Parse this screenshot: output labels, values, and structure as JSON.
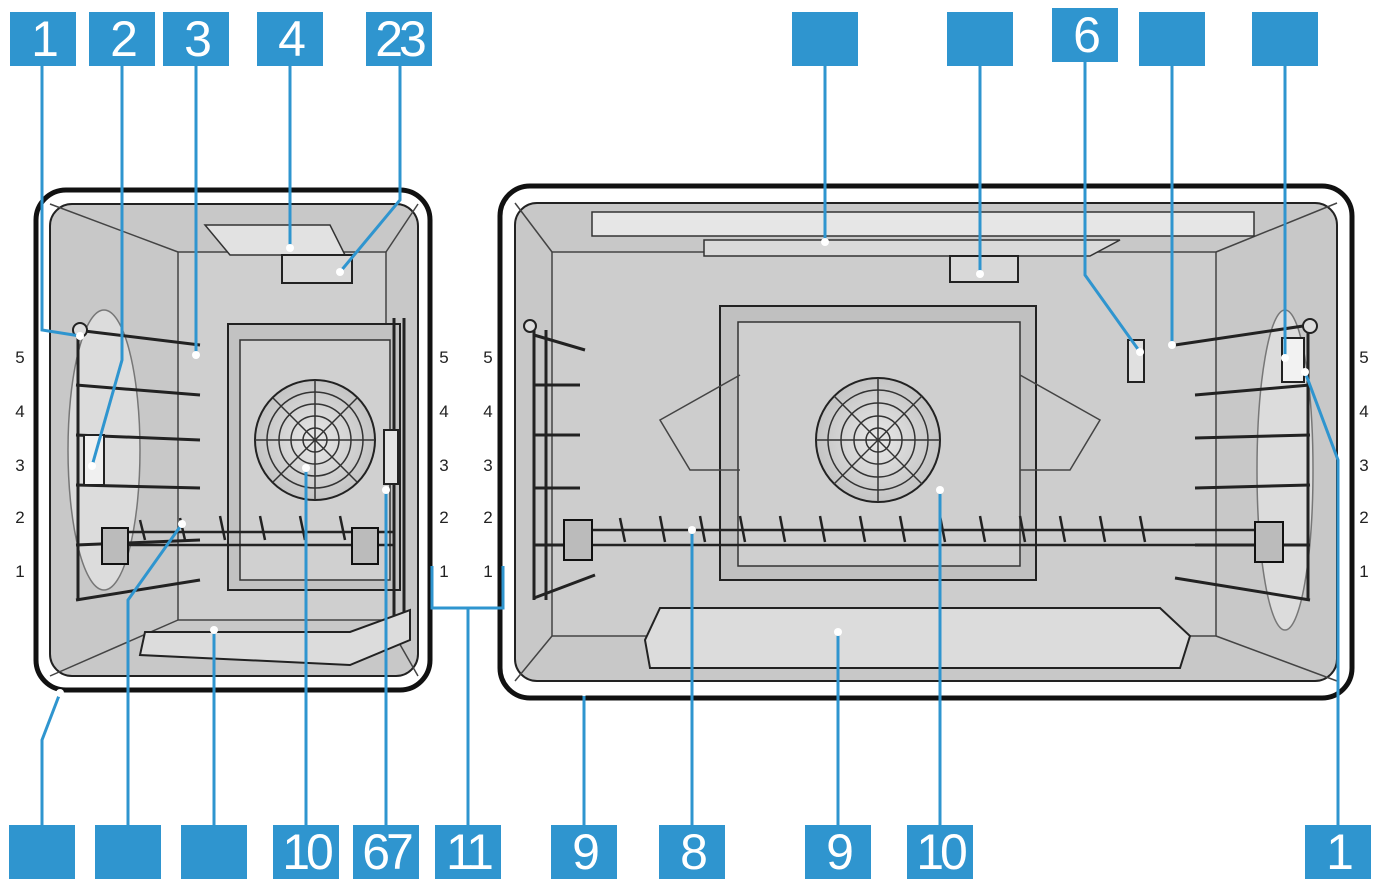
{
  "colors": {
    "callout_bg": "#2f95cf",
    "callout_text": "#ffffff",
    "cavity": "#c9c9c9",
    "frame": "#1a1a1a",
    "line": "#2f95cf"
  },
  "callouts": {
    "top": [
      {
        "id": "t1",
        "label": "1"
      },
      {
        "id": "t2",
        "label": "2"
      },
      {
        "id": "t3",
        "label": "3"
      },
      {
        "id": "t4",
        "label": "4"
      },
      {
        "id": "t5",
        "label": "23"
      },
      {
        "id": "t6",
        "label": ""
      },
      {
        "id": "t7",
        "label": ""
      },
      {
        "id": "t8",
        "label": "6"
      },
      {
        "id": "t9",
        "label": ""
      },
      {
        "id": "t10",
        "label": ""
      }
    ],
    "bottom": [
      {
        "id": "b1",
        "label": ""
      },
      {
        "id": "b2",
        "label": ""
      },
      {
        "id": "b3",
        "label": ""
      },
      {
        "id": "b4",
        "label": "10"
      },
      {
        "id": "b5",
        "label": "67"
      },
      {
        "id": "b6",
        "label": "11"
      },
      {
        "id": "b7",
        "label": "9"
      },
      {
        "id": "b8",
        "label": "8"
      },
      {
        "id": "b9",
        "label": "9"
      },
      {
        "id": "b10",
        "label": "10"
      },
      {
        "id": "b11",
        "label": "1"
      }
    ]
  },
  "rack_levels": {
    "left_outer": [
      "5",
      "4",
      "3",
      "2",
      "1"
    ],
    "left_inner": [
      "5",
      "4",
      "3",
      "2",
      "1"
    ],
    "right_inner": [
      "5",
      "4",
      "3",
      "2",
      "1"
    ],
    "right_outer": [
      "5",
      "4",
      "3",
      "2",
      "1"
    ]
  }
}
